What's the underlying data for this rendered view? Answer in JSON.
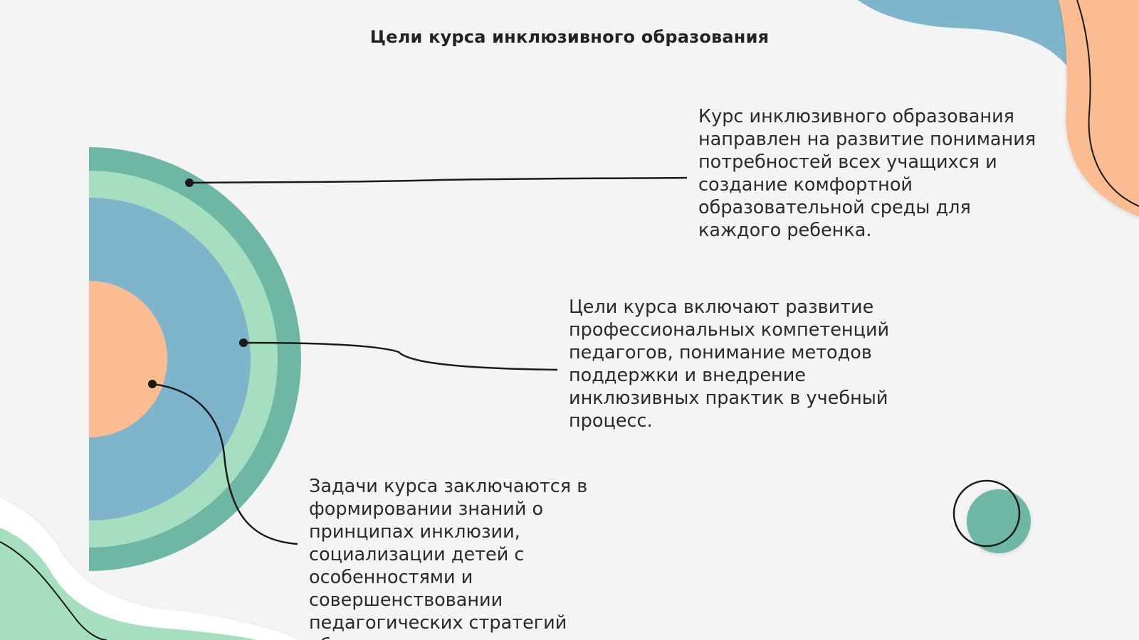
{
  "slide": {
    "title": "Цели курса инклюзивного образования"
  },
  "points": [
    {
      "id": "point-1",
      "text": "Курс инклюзивного образования направлен на развитие понимания потребностей всех учащихся и создание комфортной образовательной среды для каждого ребенка."
    },
    {
      "id": "point-2",
      "text": "Цели курса включают развитие профессиональных компетенций педагогов, понимание методов поддержки и внедрение инклюзивных практик в учебный процесс."
    },
    {
      "id": "point-3",
      "text": "Задачи курса заключаются в формировании знаний о принципах инклюзии, социализации детей с особенностями и совершенствовании педагогических стратегий обучения."
    }
  ],
  "palette": {
    "background": "#f4f4f4",
    "teal": "#6db7a4",
    "mint": "#a5dfc0",
    "blue": "#7fb5cc",
    "peach": "#fcbc91",
    "line": "#1a1a1a"
  }
}
